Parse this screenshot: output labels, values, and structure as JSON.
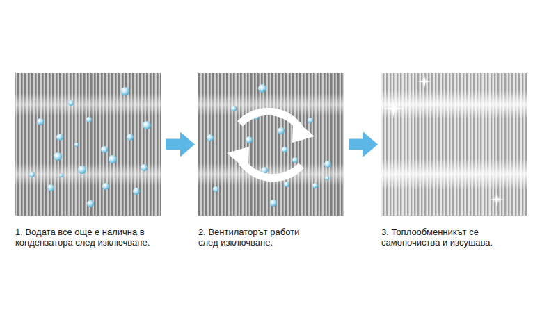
{
  "diagram": {
    "nodes": [
      {
        "text": [
          "1. Водата все още е налична в кондензатора след изключване."
        ]
      },
      {
        "text": [
          "2. Вентилаторът работи след изключване."
        ]
      },
      {
        "text": [
          "3. Топлообменникът се самопочиства и изсушава."
        ]
      }
    ],
    "edges": [
      {
        "from": 0,
        "to": 1,
        "arrow": "to"
      },
      {
        "from": 1,
        "to": 2,
        "arrow": "to"
      }
    ]
  }
}
